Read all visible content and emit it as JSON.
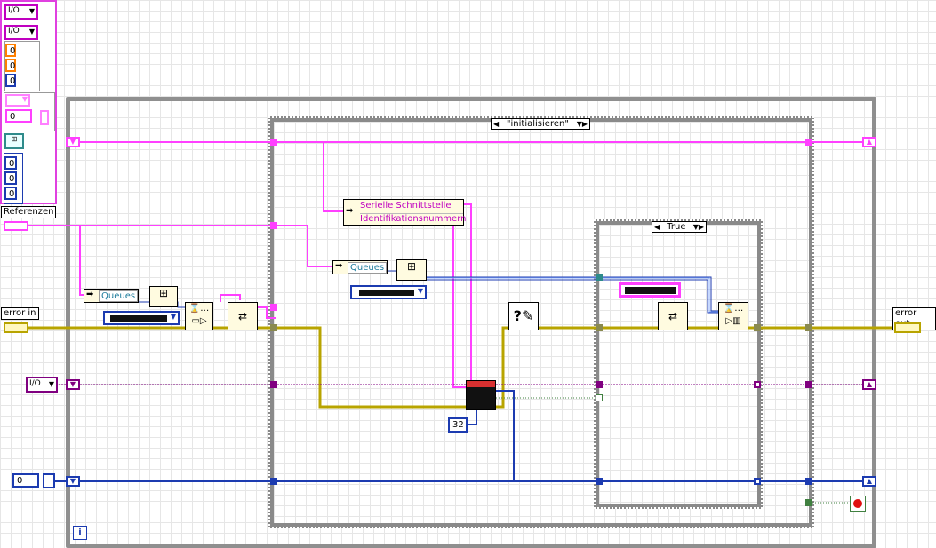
{
  "case_structure": {
    "selector_value": "\"initialisieren\""
  },
  "inner_case": {
    "selector_value": "True"
  },
  "node_serial": {
    "line1": "Serielle Schnittstelle",
    "line2": "Identifikationsnummern"
  },
  "queues_left": {
    "label": "Queues"
  },
  "queues_mid": {
    "label": "Queues"
  },
  "const_32": {
    "value": "32"
  },
  "labels": {
    "referenzen": "Referenzen",
    "error_in": "error in",
    "error_out": "error out"
  },
  "loop": {
    "iteration_label": "i"
  },
  "cluster_controls": {
    "zero_1": "0",
    "zero_2": "0",
    "zero_3": "0",
    "zero_4": "0",
    "zero_5": "0",
    "zero_6": "0",
    "zero_7": "0",
    "zero_8": "0"
  },
  "enum_left": {
    "text": "I/O"
  },
  "colors": {
    "pink_wire": "#ff40ff",
    "purple_wire": "#800080",
    "blue_wire": "#1c3bb0",
    "error_wire": "#b8a400",
    "loop_border": "#8f8f8f"
  }
}
